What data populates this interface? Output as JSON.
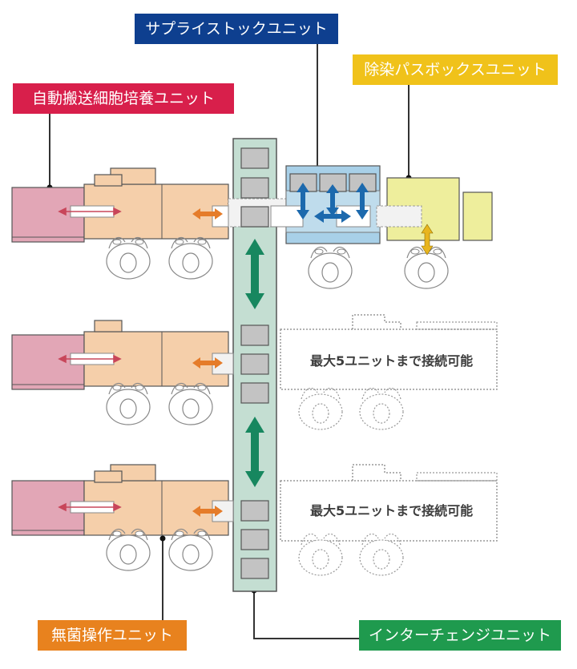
{
  "labels": {
    "auto_culture": {
      "text": "自動搬送細胞培養ユニット",
      "color": "#d81f4b"
    },
    "supply_stock": {
      "text": "サプライストックユニット",
      "color": "#0e3f8f"
    },
    "decon_passbox": {
      "text": "除染パスボックスユニット",
      "color": "#f0c21a"
    },
    "aseptic_op": {
      "text": "無菌操作ユニット",
      "color": "#e8821e"
    },
    "interchange": {
      "text": "インターチェンジユニット",
      "color": "#1f9a4e"
    }
  },
  "notes": {
    "expand_row2": "最大5ユニットまで接続可能",
    "expand_row3": "最大5ユニットまで接続可能"
  },
  "colors": {
    "incubator_fill": "#e2a6b6",
    "aseptic_fill": "#f5cfaa",
    "interchange_fill": "#c4ded2",
    "supply_fill": "#a8d0e8",
    "passbox_fill": "#eeee9c",
    "gray_box": "#c3c3c3",
    "arrow_green": "#17875f",
    "arrow_blue": "#1c69ad",
    "arrow_orange": "#e57c2a",
    "arrow_red": "#c8465a",
    "arrow_yellow": "#e8b51e"
  }
}
